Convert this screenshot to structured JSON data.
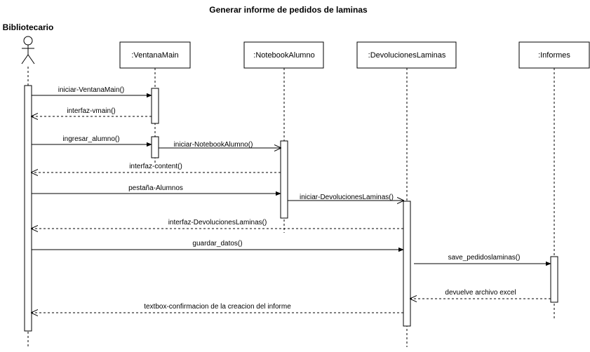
{
  "diagram": {
    "title": "Generar informe de pedidos de laminas",
    "actor": {
      "name": "Bibliotecario"
    },
    "participants": [
      {
        "id": "ventana",
        "label": ":VentanaMain"
      },
      {
        "id": "notebook",
        "label": ":NotebookAlumno"
      },
      {
        "id": "devoluciones",
        "label": ":DevolucionesLaminas"
      },
      {
        "id": "informes",
        "label": ":Informes"
      }
    ],
    "messages": [
      {
        "label": "iniciar-VentanaMain()",
        "from": "actor",
        "to": "ventana",
        "kind": "sync"
      },
      {
        "label": "interfaz-vmain()",
        "from": "ventana",
        "to": "actor",
        "kind": "return"
      },
      {
        "label": "ingresar_alumno()",
        "from": "actor",
        "to": "ventana",
        "kind": "sync"
      },
      {
        "label": "iniciar-NotebookAlumno()",
        "from": "ventana",
        "to": "notebook",
        "kind": "create"
      },
      {
        "label": "interfaz-content()",
        "from": "notebook",
        "to": "actor",
        "kind": "return"
      },
      {
        "label": "pestaña-Alumnos",
        "from": "actor",
        "to": "notebook",
        "kind": "sync"
      },
      {
        "label": "iniciar-DevolucionesLaminas()",
        "from": "notebook",
        "to": "devoluciones",
        "kind": "create"
      },
      {
        "label": "interfaz-DevolucionesLaminas()",
        "from": "devoluciones",
        "to": "actor",
        "kind": "return"
      },
      {
        "label": "guardar_datos()",
        "from": "actor",
        "to": "devoluciones",
        "kind": "sync"
      },
      {
        "label": "save_pedidoslaminas()",
        "from": "devoluciones",
        "to": "informes",
        "kind": "sync"
      },
      {
        "label": "devuelve archivo excel",
        "from": "informes",
        "to": "devoluciones",
        "kind": "return"
      },
      {
        "label": "textbox-confirmacion de la creacion del informe",
        "from": "devoluciones",
        "to": "actor",
        "kind": "return"
      }
    ]
  }
}
